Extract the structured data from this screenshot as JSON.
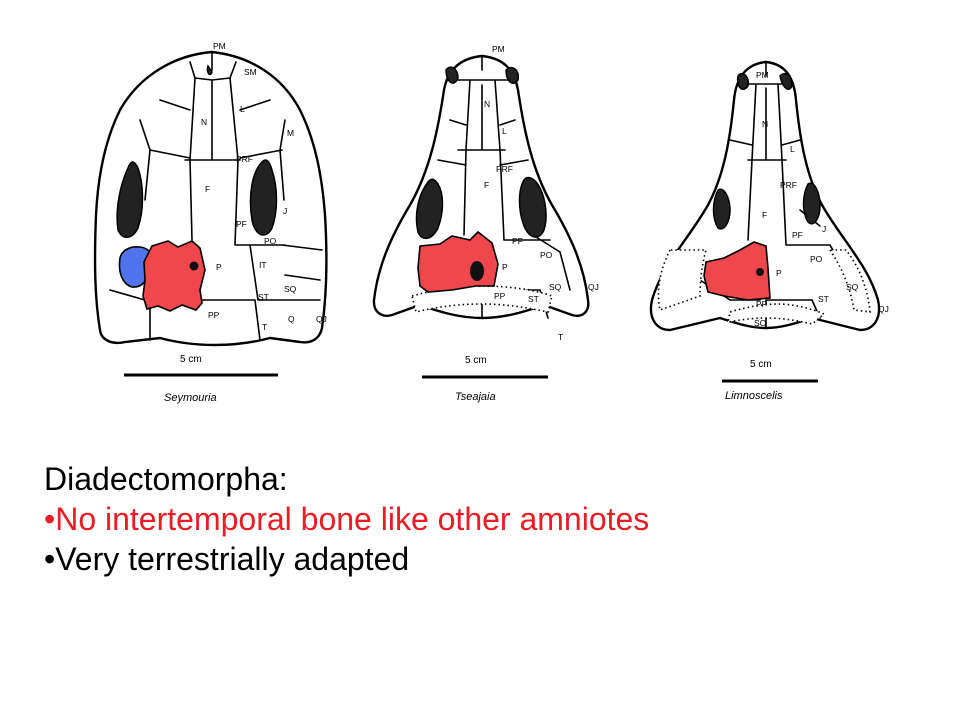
{
  "slide": {
    "heading": "Diadectomorpha:",
    "bullets": [
      {
        "text": "•No intertemporal bone like other amniotes",
        "color": "#ec1c24"
      },
      {
        "text": "•Very terrestrially adapted",
        "color": "#000000"
      }
    ]
  },
  "skulls": [
    {
      "caption": "Seymouria",
      "scale": "5 cm",
      "labels": [
        "PM",
        "SM",
        "M",
        "N",
        "L",
        "PRF",
        "F",
        "J",
        "PF",
        "PO",
        "P",
        "IT",
        "SQ",
        "ST",
        "PP",
        "T",
        "Q",
        "QJ"
      ]
    },
    {
      "caption": "Tseajaia",
      "scale": "5 cm",
      "labels": [
        "PM",
        "N",
        "L",
        "PRF",
        "F",
        "PF",
        "PO",
        "P",
        "SQ",
        "QJ",
        "PP",
        "ST",
        "T"
      ]
    },
    {
      "caption": "Limnoscelis",
      "scale": "5 cm",
      "labels": [
        "PM",
        "N",
        "L",
        "PRF",
        "F",
        "J",
        "PF",
        "PO",
        "P",
        "SQ",
        "PP",
        "ST",
        "QJ",
        "SO"
      ]
    }
  ],
  "colors": {
    "highlight_red": "#f0474c",
    "highlight_blue": "#4f73ea",
    "bullet_red": "#ec1c24"
  }
}
